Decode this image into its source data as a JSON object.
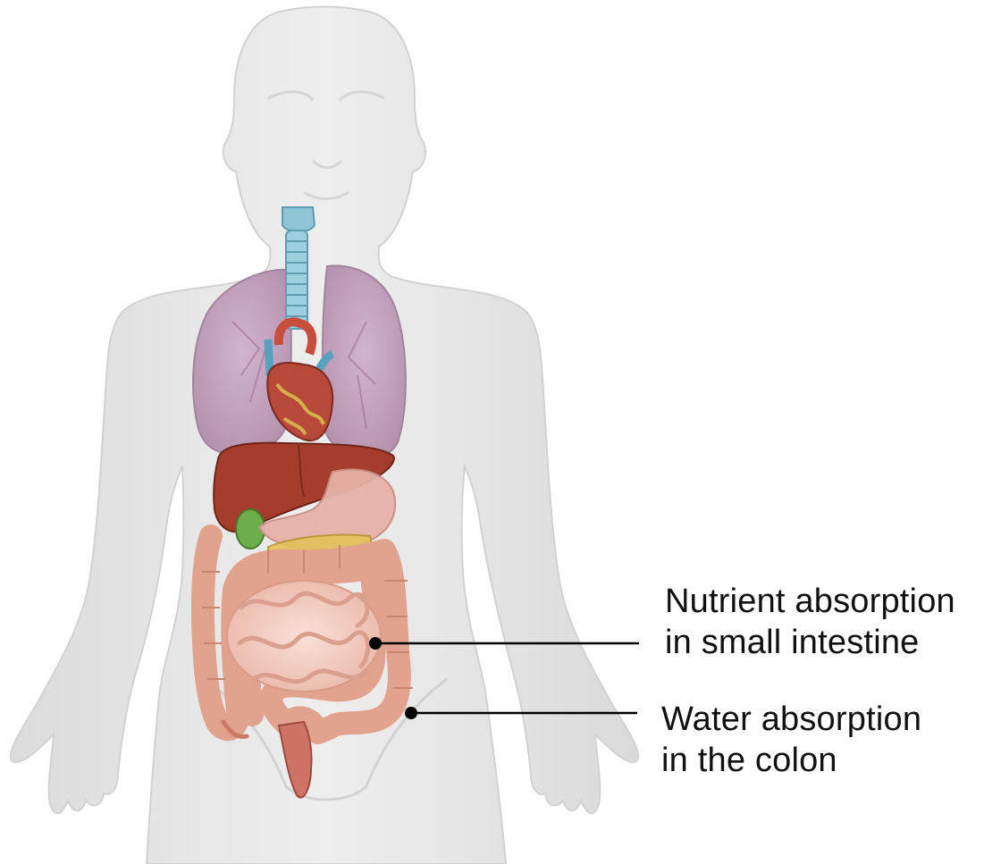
{
  "callouts": [
    {
      "line1": "Nutrient absorption",
      "line2": "in small intestine"
    },
    {
      "line1": "Water absorption",
      "line2": "in the colon"
    }
  ],
  "colors": {
    "body": "#e3e3e3",
    "body_outline": "#c9c9c9",
    "lungs": "#b98fb0",
    "trachea": "#8ec6d8",
    "heart": "#b8483a",
    "liver": "#a43d2c",
    "gallbladder": "#6cae4a",
    "stomach": "#e6b2a8",
    "pancreas": "#e3c25a",
    "colon": "#e2a38e",
    "small_intestine": "#f3c8bb",
    "rectum": "#cf7366",
    "leader_line": "#000000"
  }
}
